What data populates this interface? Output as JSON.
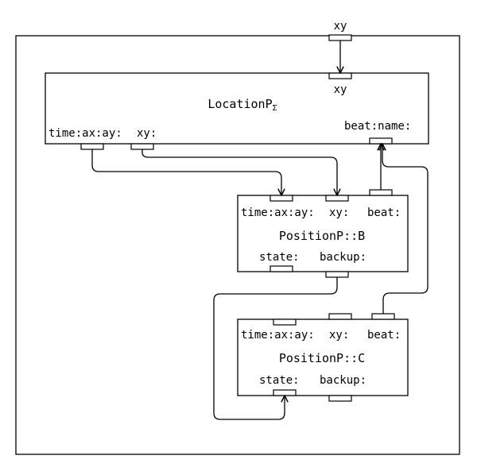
{
  "external_port": "xy",
  "location": {
    "name": "LocationP",
    "subscript": "Σ",
    "input_label": "xy",
    "ports_left": "time:ax:ay:",
    "ports_left_xy": "xy:",
    "ports_right": "beat:name:"
  },
  "position_b": {
    "ports_top": "time:ax:ay:",
    "ports_top_xy": "xy:",
    "ports_top_beat": "beat:",
    "name": "PositionP::B",
    "ports_bottom_state": "state:",
    "ports_bottom_backup": "backup:"
  },
  "position_c": {
    "ports_top": "time:ax:ay:",
    "ports_top_xy": "xy:",
    "ports_top_beat": "beat:",
    "name": "PositionP::C",
    "ports_bottom_state": "state:",
    "ports_bottom_backup": "backup:"
  }
}
